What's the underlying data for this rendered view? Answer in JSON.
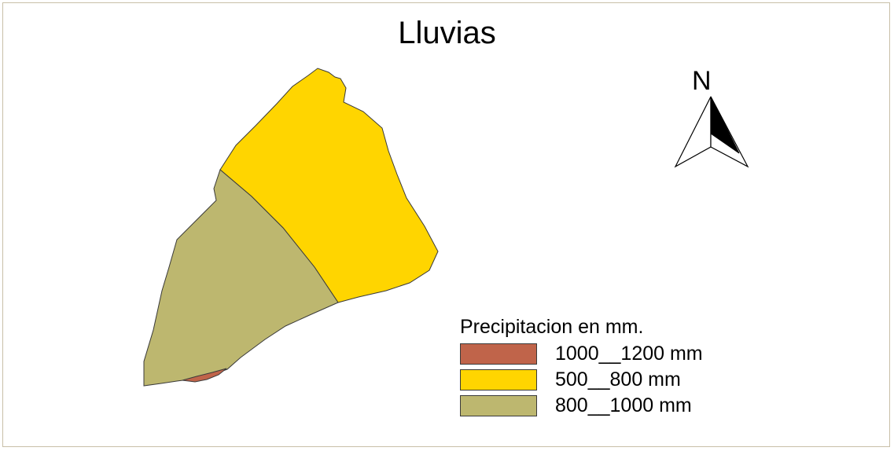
{
  "map": {
    "title": "Lluvias",
    "north_label": "N",
    "north_arrow_icon": "north-arrow-icon"
  },
  "legend": {
    "title": "Precipitacion en mm.",
    "items": [
      {
        "label": "1000__1200 mm",
        "color": "#c0644a"
      },
      {
        "label": "500__800 mm",
        "color": "#ffd500"
      },
      {
        "label": "800__1000 mm",
        "color": "#bdb76f"
      }
    ]
  },
  "colors": {
    "zone_1000_1200": "#c0644a",
    "zone_500_800": "#ffd500",
    "zone_800_1000": "#bdb76f",
    "outline": "#3a3a3a",
    "frame_border": "#c8bfa8"
  }
}
